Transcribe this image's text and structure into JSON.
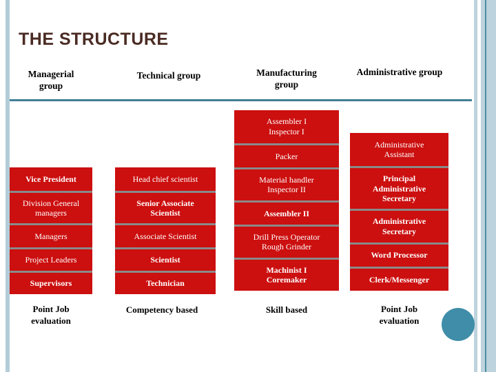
{
  "slide": {
    "title": "THE STRUCTURE",
    "title_color": "#4a2b23",
    "accent_teal": "#3e7f94",
    "box_red": "#cc0f0f",
    "separator_gray": "#8a8a8a",
    "edge_band_color": "#bdd3dd"
  },
  "columns": [
    {
      "header": "Managerial\ngroup",
      "footer": "Point Job\nevaluation",
      "cells": [
        {
          "text": "Vice President",
          "bold": true
        },
        {
          "text": "Division General\nmanagers",
          "bold": false
        },
        {
          "text": "Managers",
          "bold": false
        },
        {
          "text": "Project Leaders",
          "bold": false
        },
        {
          "text": "Supervisors",
          "bold": true
        }
      ]
    },
    {
      "header": "Technical group",
      "footer": "Competency based",
      "cells": [
        {
          "text": "Head chief scientist",
          "bold": false
        },
        {
          "text": "Senior Associate\nScientist",
          "bold": true
        },
        {
          "text": "Associate Scientist",
          "bold": false
        },
        {
          "text": "Scientist",
          "bold": true
        },
        {
          "text": "Technician",
          "bold": true
        }
      ]
    },
    {
      "header": "Manufacturing\ngroup",
      "footer": "Skill based",
      "cells": [
        {
          "text": "Assembler I\nInspector I",
          "bold": false
        },
        {
          "text": "Packer",
          "bold": false
        },
        {
          "text": "Material handler\nInspector II",
          "bold": false
        },
        {
          "text": "Assembler II",
          "bold": true
        },
        {
          "text": "Drill Press Operator\nRough Grinder",
          "bold": false
        },
        {
          "text": "Machinist I\nCoremaker",
          "bold": true
        }
      ]
    },
    {
      "header": "Administrative group",
      "footer": "Point Job\nevaluation",
      "cells": [
        {
          "text": "Administrative\nAssistant",
          "bold": false
        },
        {
          "text": "Principal\nAdministrative\nSecretary",
          "bold": true
        },
        {
          "text": "Administrative\nSecretary",
          "bold": true
        },
        {
          "text": "Word Processor",
          "bold": true
        },
        {
          "text": "Clerk/Messenger",
          "bold": true
        }
      ]
    }
  ]
}
